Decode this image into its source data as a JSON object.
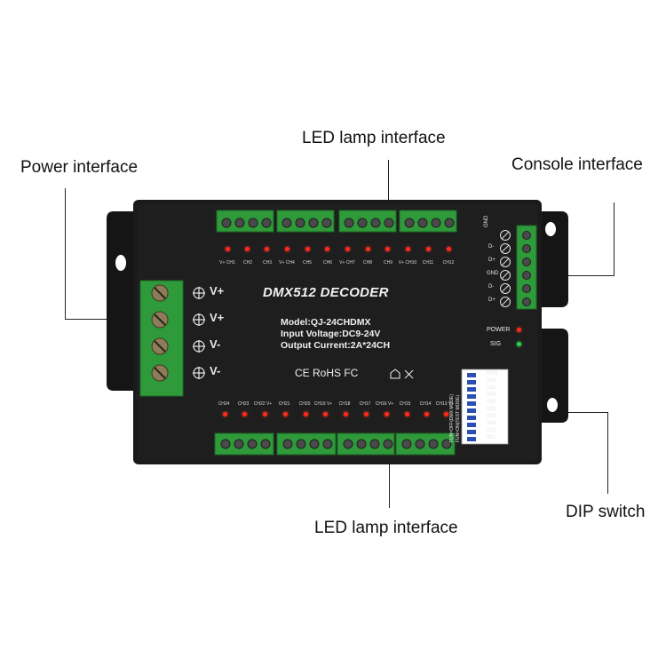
{
  "callouts": {
    "power": "Power interface",
    "led_top": "LED lamp interface",
    "console": "Console interface",
    "led_bottom": "LED lamp interface",
    "dip": "DIP switch"
  },
  "device": {
    "title": "DMX512 DECODER",
    "model": "Model:QJ-24CHDMX",
    "voltage": "Input Voltage:DC9-24V",
    "current": "Output Current:2A*24CH",
    "certs": "CE RoHS FC",
    "power_terminals": [
      "V+",
      "V+",
      "V-",
      "V-"
    ],
    "console_labels": [
      "GND",
      "D-",
      "D+",
      "GND",
      "D-",
      "D+"
    ],
    "top_channels": [
      "V+ CH1",
      "CH2",
      "CH3",
      "V+ CH4",
      "CH5",
      "CH6",
      "V+ CH7",
      "CH8",
      "CH9",
      "V+ CH10",
      "CH11",
      "CH12"
    ],
    "bottom_channels": [
      "CH24",
      "CH23",
      "CH22 V+",
      "CH21",
      "CH20",
      "CH19 V+",
      "CH18",
      "CH17",
      "CH16 V+",
      "CH15",
      "CH14",
      "CH13 V+"
    ],
    "status": {
      "power": "POWER",
      "sig": "SIG"
    },
    "dip_values": [
      "FUN",
      "256",
      "128",
      "064",
      "032",
      "016",
      "008",
      "004",
      "002",
      "001"
    ],
    "dip_modes": [
      "FUN=OFF(DMX MODE)",
      "FUN=ON(TEST MODE)"
    ]
  },
  "colors": {
    "case": "#191919",
    "terminal": "#2f9a3a",
    "led": "#ff2a1a",
    "sig_led": "#2fd34a"
  }
}
